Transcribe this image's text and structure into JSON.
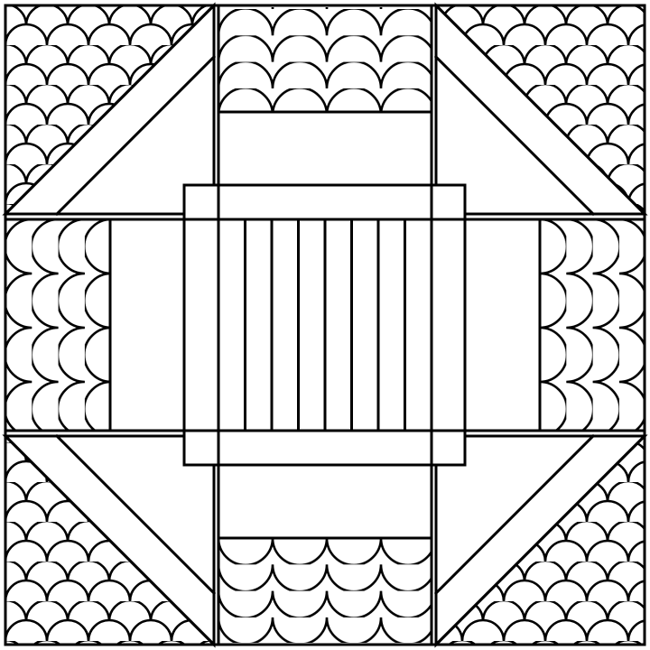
{
  "colors": {
    "background": "#ffffff",
    "line": "#000000"
  },
  "pattern": {
    "outer_grid": "3x3",
    "fill": "scallop-shells",
    "center": "vertical-stripes",
    "center_stripe_count": 8
  }
}
